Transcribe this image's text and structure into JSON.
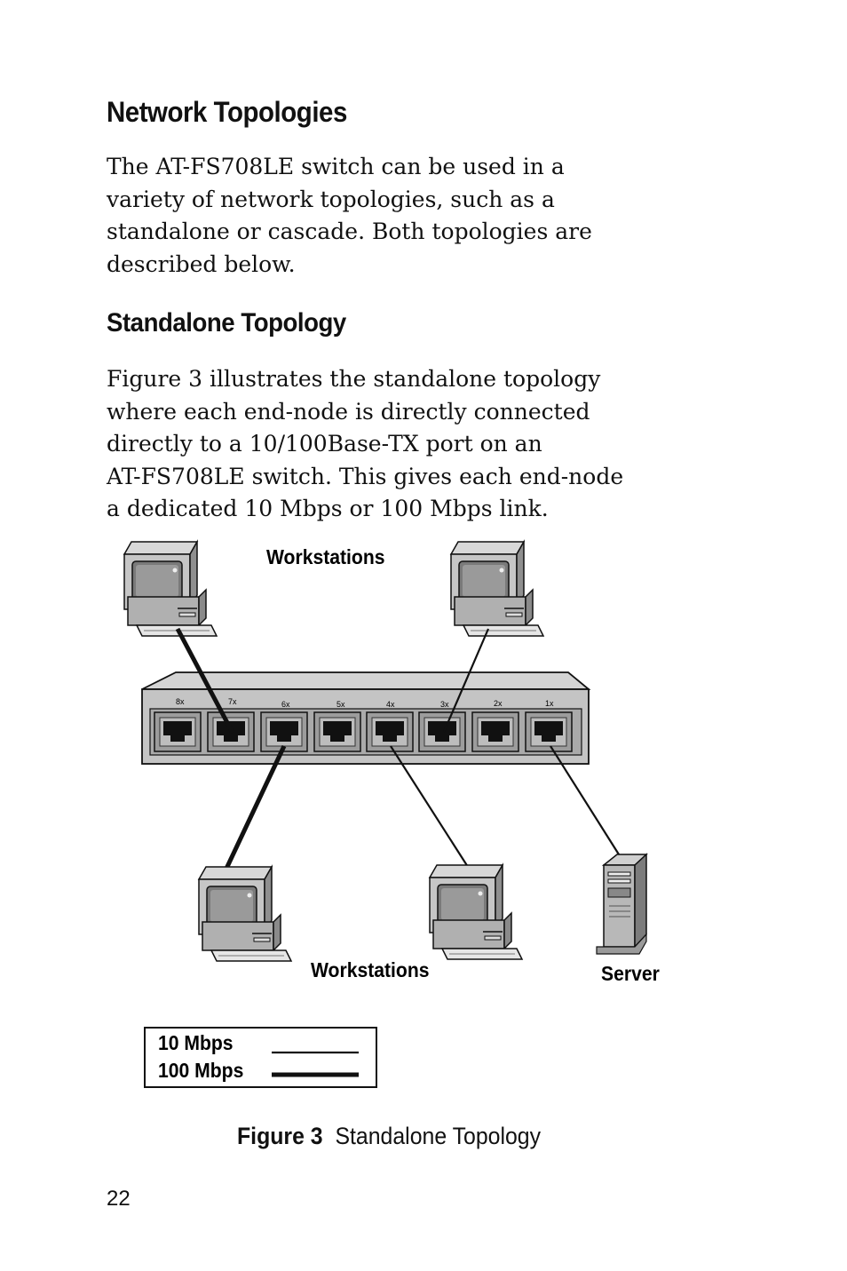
{
  "section": {
    "heading": "Network Topologies",
    "paragraph_lines": [
      "The AT-FS708LE switch can be used in a",
      "variety of network topologies, such as a",
      "standalone or cascade. Both topologies are",
      "described below."
    ]
  },
  "subsection": {
    "heading": "Standalone Topology",
    "paragraph_lines": [
      "Figure 3 illustrates the standalone topology",
      "where each end-node is directly connected",
      "directly to a 10/100Base-TX port on an",
      "AT-FS708LE switch. This gives each end-node",
      "a dedicated 10 Mbps or 100 Mbps link."
    ]
  },
  "figure": {
    "top_label": "Workstations",
    "bottom_label": "Workstations",
    "server_label": "Server",
    "ports": [
      "8x",
      "7x",
      "6x",
      "5x",
      "4x",
      "3x",
      "2x",
      "1x"
    ],
    "legend": [
      {
        "label": "10 Mbps",
        "style": "thin line"
      },
      {
        "label": "100 Mbps",
        "style": "thick line"
      }
    ],
    "caption_label": "Figure 3",
    "caption_text": "Standalone Topology"
  },
  "page_number": "22",
  "colors": {
    "text": "#111111",
    "device_gray": "#b8b8b8",
    "device_dark": "#6e6e6e",
    "switch_face": "#c4c4c4"
  }
}
